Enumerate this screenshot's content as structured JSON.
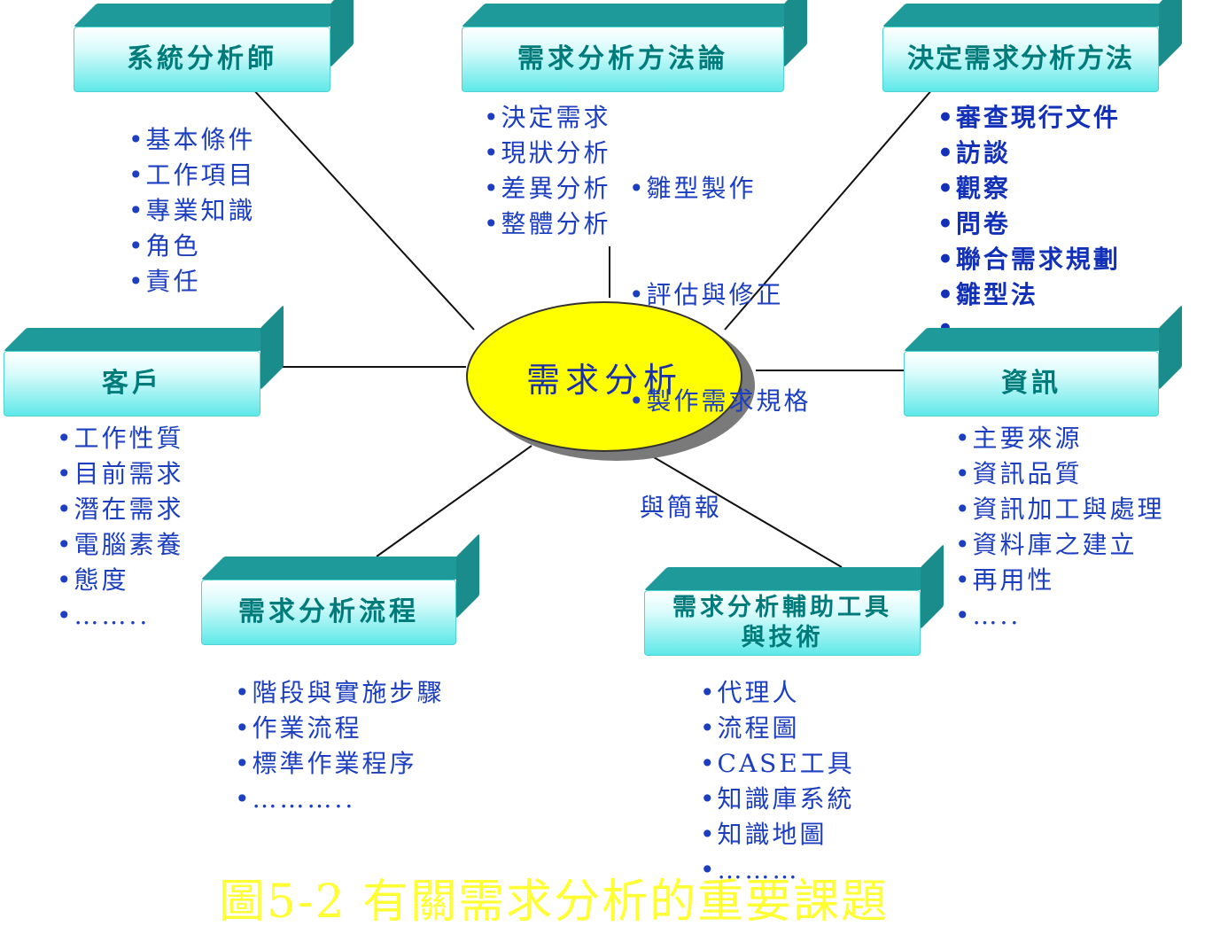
{
  "center": {
    "label": "需求分析"
  },
  "nodes": {
    "analyst": {
      "title": "系統分析師",
      "items": [
        "•基本條件",
        "•工作項目",
        "•專業知識",
        "•角色",
        "•責任"
      ]
    },
    "methodology": {
      "title": "需求分析方法論",
      "col1": [
        "•決定需求",
        "•現狀分析",
        "•差異分析",
        "•整體分析"
      ],
      "col2": [
        "•雛型製作",
        "•評估與修正",
        "•製作需求規格",
        " 與簡報"
      ]
    },
    "methods": {
      "title": "決定需求分析方法",
      "items": [
        "•審查現行文件",
        "•訪談",
        "•觀察",
        "•問卷",
        "•聯合需求規劃",
        "•雛型法",
        "•………"
      ]
    },
    "customer": {
      "title": "客戶",
      "items": [
        "•工作性質",
        "•目前需求",
        "•潛在需求",
        "•電腦素養",
        "•態度",
        "•…….."
      ]
    },
    "info": {
      "title": "資訊",
      "items": [
        "•主要來源",
        "•資訊品質",
        "•資訊加工與處理",
        "•資料庫之建立",
        "•再用性",
        "•….."
      ]
    },
    "process": {
      "title": "需求分析流程",
      "items": [
        "•階段與實施步驟",
        "•作業流程",
        "•標準作業程序",
        "•……….."
      ]
    },
    "tools": {
      "title_line1": "需求分析輔助工具",
      "title_line2": "與技術",
      "items": [
        "•代理人",
        "•流程圖",
        "•CASE工具",
        "•知識庫系統",
        "•知識地圖",
        "•………"
      ]
    }
  },
  "caption": "圖5-2 有關需求分析的重要課題",
  "colors": {
    "box_text": "#007b7b",
    "list_text": "#1c3ec0",
    "center_fill": "#ffff00",
    "caption": "#ffff33"
  }
}
